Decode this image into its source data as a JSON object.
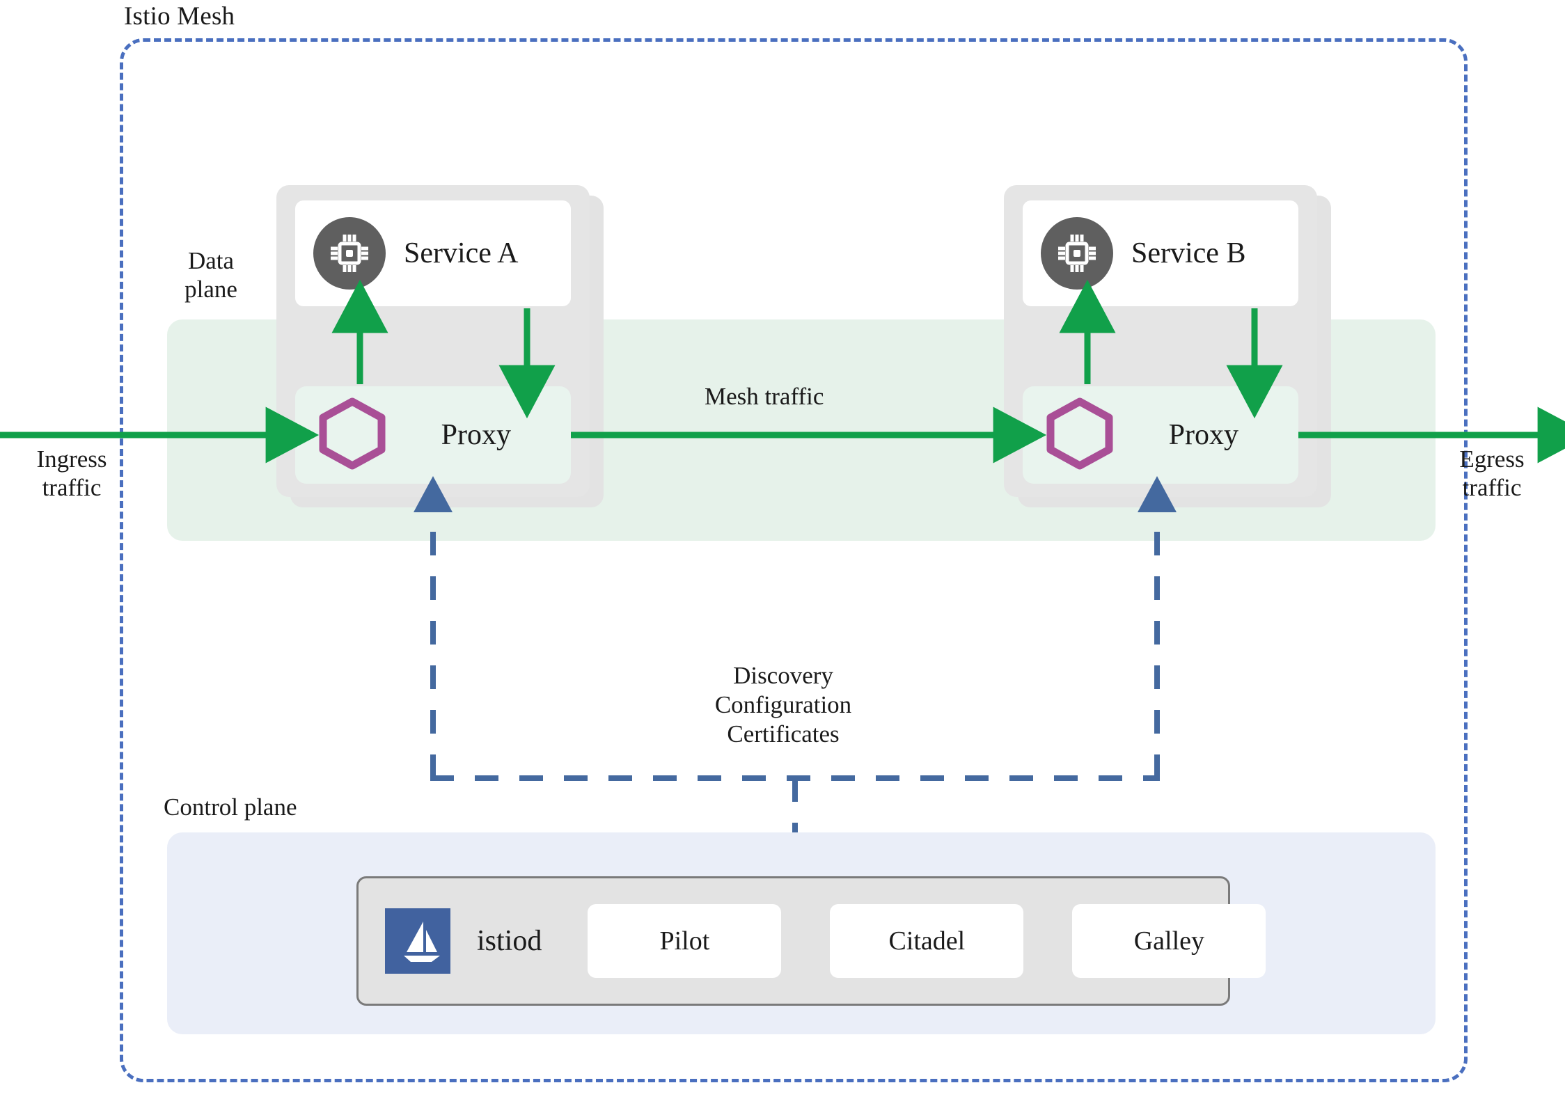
{
  "mesh": {
    "title": "Istio Mesh",
    "border_color": "#4a6fbf"
  },
  "data_plane": {
    "label": "Data\nplane",
    "label_line1": "Data",
    "label_line2": "plane",
    "band_color": "#e6f2ea"
  },
  "traffic": {
    "ingress_line1": "Ingress",
    "ingress_line2": "traffic",
    "egress_line1": "Egress",
    "egress_line2": "traffic",
    "mesh_traffic": "Mesh traffic",
    "arrow_color": "#11a04a"
  },
  "pods": [
    {
      "id": "pod-a",
      "service_label": "Service A",
      "service_icon": "cpu-chip-icon",
      "proxy_label": "Proxy",
      "proxy_icon": "hexagon-icon",
      "proxy_icon_color": "#a94f96"
    },
    {
      "id": "pod-b",
      "service_label": "Service B",
      "service_icon": "cpu-chip-icon",
      "proxy_label": "Proxy",
      "proxy_icon": "hexagon-icon",
      "proxy_icon_color": "#a94f96"
    }
  ],
  "control_connector": {
    "line1": "Discovery",
    "line2": "Configuration",
    "line3": "Certificates",
    "color": "#4a6fbf",
    "style": "dashed"
  },
  "control_plane": {
    "label": "Control plane",
    "panel_color": "#eaeef8",
    "istiod": {
      "label": "istiod",
      "logo_icon": "istio-sail-icon",
      "logo_color": "#41629f",
      "components": [
        {
          "label": "Pilot"
        },
        {
          "label": "Citadel"
        },
        {
          "label": "Galley"
        }
      ]
    }
  }
}
